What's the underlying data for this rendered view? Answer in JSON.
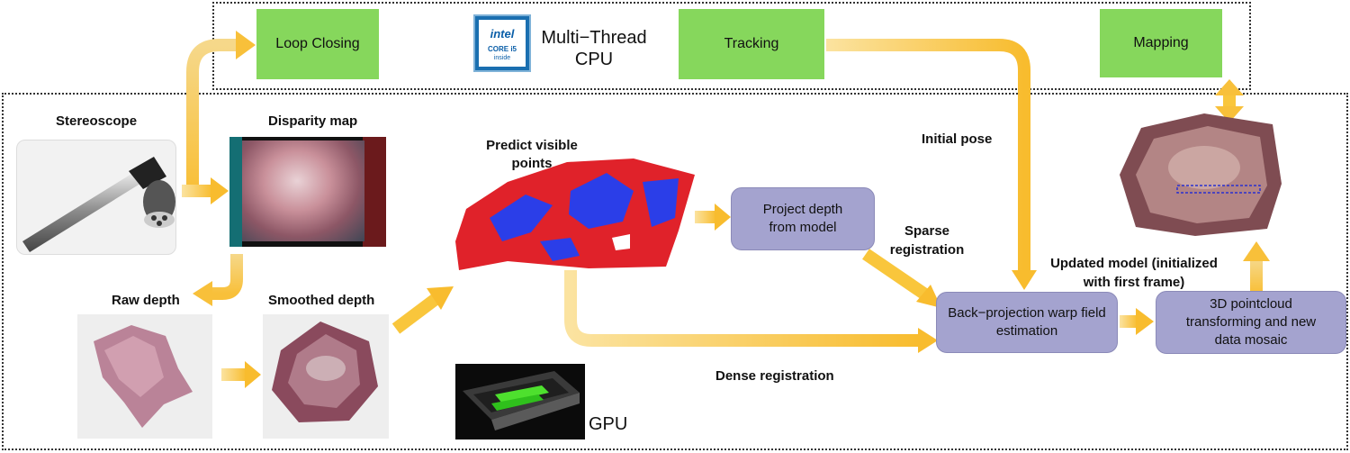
{
  "colors": {
    "green_box": "#86d75c",
    "purple_box": "#a4a3cf",
    "arrow": "#f9c63c",
    "border": "#333333"
  },
  "cpu_region": {
    "chip_name": "intel",
    "chip_model": "CORE i5",
    "chip_sub": "inside",
    "label_line1": "Multi−Thread",
    "label_line2": "CPU"
  },
  "gpu_region": {
    "label": "GPU"
  },
  "boxes": {
    "loop_closing": "Loop  Closing",
    "tracking": "Tracking",
    "mapping": "Mapping",
    "project_depth": "Project  depth from  model",
    "back_projection": "Back−projection warp field estimation",
    "pointcloud": "3D pointcloud transforming and new data mosaic"
  },
  "labels": {
    "stereoscope": "Stereoscope",
    "disparity_map": "Disparity map",
    "predict": "Predict visible points",
    "raw_depth": "Raw depth",
    "smoothed_depth": "Smoothed depth",
    "initial_pose": "Initial pose",
    "sparse_registration": "Sparse registration",
    "updated_model": "Updated  model (initialized with first frame)",
    "dense_registration": "Dense registration"
  },
  "icons": {
    "stereoscope": "stereoscope-image",
    "disparity": "disparity-map-image",
    "point_cloud": "predicted-points-cloud",
    "raw_depth": "raw-depth-cloud",
    "smoothed_depth": "smoothed-depth-image",
    "tissue_model": "tissue-model-image",
    "gpu": "gpu-card-image",
    "cpu": "intel-cpu-logo"
  }
}
